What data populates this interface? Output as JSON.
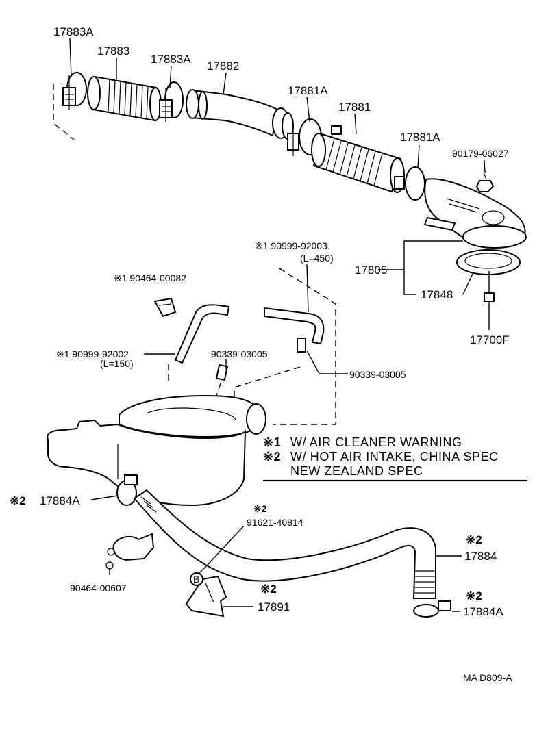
{
  "labels": {
    "p17883A_top": "17883A",
    "p17883": "17883",
    "p17883A_mid": "17883A",
    "p17882": "17882",
    "p17881A_top": "17881A",
    "p17881": "17881",
    "p17881A_right": "17881A",
    "p90179": "90179-06027",
    "p90999_92003": "※1 90999-92003",
    "len450": "(L=450)",
    "p90464_00082": "※1 90464-00082",
    "p17805": "17805",
    "p17848": "17848",
    "p17700F": "17700F",
    "p90339_a": "90339-03005",
    "p90999_92002": "※1 90999-92002",
    "len150": "(L=150)",
    "p90339_b": "90339-03005",
    "p17884A_left_mark": "※2",
    "p17884A_left": "17884A",
    "p91621_mark": "※2",
    "p91621": "91621-40814",
    "p17884_mark": "※2",
    "p17884": "17884",
    "p90464_00607": "90464-00607",
    "p17891_mark": "※2",
    "p17891": "17891",
    "p17884A_right_mark": "※2",
    "p17884A_right": "17884A",
    "circle_b": "B",
    "footer": "MA  D809-A"
  },
  "notes": [
    {
      "mark": "※1",
      "text": "W/ AIR  CLEANER  WARNING"
    },
    {
      "mark": "※2",
      "text": "W/ HOT  AIR  INTAKE, CHINA  SPEC"
    },
    {
      "mark": "",
      "text": "NEW  ZEALAND  SPEC"
    }
  ]
}
